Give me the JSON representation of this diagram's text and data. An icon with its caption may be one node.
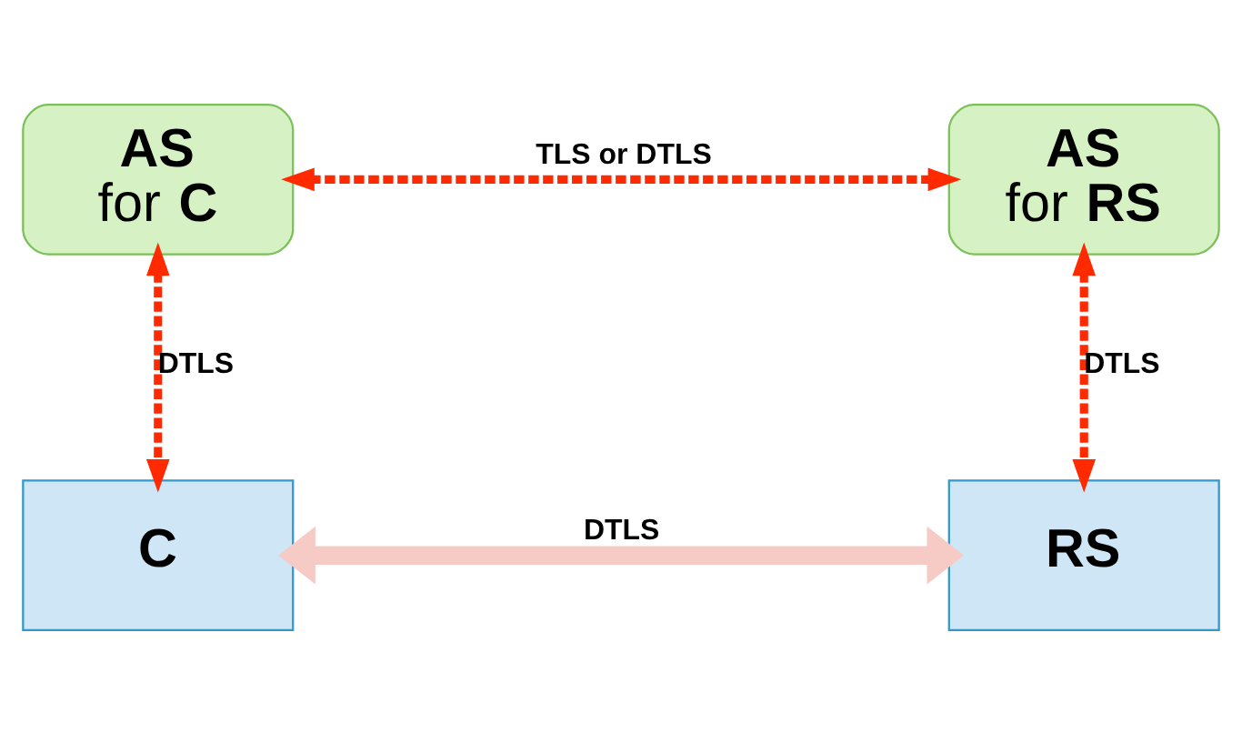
{
  "diagram": {
    "nodes": [
      {
        "text": [
          "AS",
          "for **C**"
        ]
      },
      {
        "text": [
          "AS",
          "for **RS**"
        ]
      },
      {
        "text": [
          "C"
        ]
      },
      {
        "text": [
          "RS"
        ]
      }
    ],
    "edges": [
      {
        "from": 0,
        "to": 1,
        "arrow": "both",
        "style": "dashed",
        "label": "TLS or DTLS"
      },
      {
        "from": 0,
        "to": 2,
        "arrow": "both",
        "style": "dashed",
        "label": "DTLS"
      },
      {
        "from": 1,
        "to": 3,
        "arrow": "both",
        "style": "dashed",
        "label": "DTLS"
      },
      {
        "from": 2,
        "to": 3,
        "arrow": "both",
        "style": "thick",
        "color": "#f6cbc6",
        "label": "DTLS"
      }
    ]
  }
}
